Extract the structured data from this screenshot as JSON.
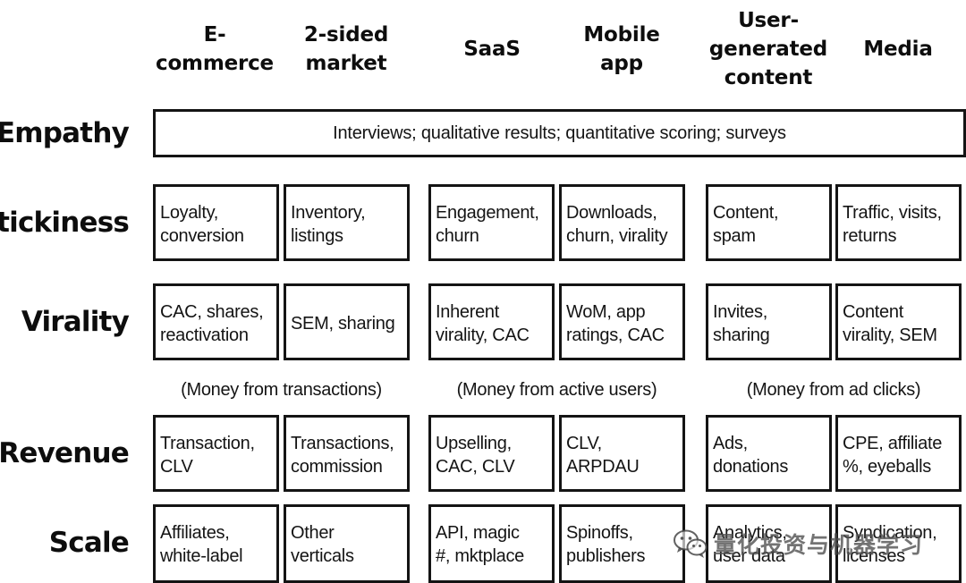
{
  "columns": [
    "E-\ncommerce",
    "2-sided\nmarket",
    "SaaS",
    "Mobile\napp",
    "User-\ngenerated\ncontent",
    "Media"
  ],
  "rows": [
    "Empathy",
    "Stickiness",
    "Virality",
    "Revenue",
    "Scale"
  ],
  "empathy": {
    "text": "Interviews; qualitative results; quantitative scoring; surveys"
  },
  "stickiness": [
    "Loyalty,\nconversion",
    "Inventory,\nlistings",
    "Engagement,\nchurn",
    "Downloads,\nchurn, virality",
    "Content,\nspam",
    "Traffic, visits,\nreturns"
  ],
  "virality": [
    "CAC, shares,\nreactivation",
    "SEM, sharing",
    "Inherent\nvirality, CAC",
    "WoM, app\nratings, CAC",
    "Invites,\nsharing",
    "Content\nvirality, SEM"
  ],
  "groups": [
    "(Money from transactions)",
    "(Money from active users)",
    "(Money from ad clicks)"
  ],
  "revenue": [
    "Transaction,\nCLV",
    "Transactions,\ncommission",
    "Upselling,\nCAC, CLV",
    "CLV,\nARPDAU",
    "Ads,\ndonations",
    "CPE, affiliate\n%, eyeballs"
  ],
  "scale": [
    "Affiliates,\nwhite-label",
    "Other\nverticals",
    "API, magic\n#, mktplace",
    "Spinoffs,\npublishers",
    "Analytics,\nuser data",
    "Syndication,\nlicenses"
  ],
  "watermark": {
    "text": "量化投资与机器学习",
    "icon": "wechat-icon"
  }
}
